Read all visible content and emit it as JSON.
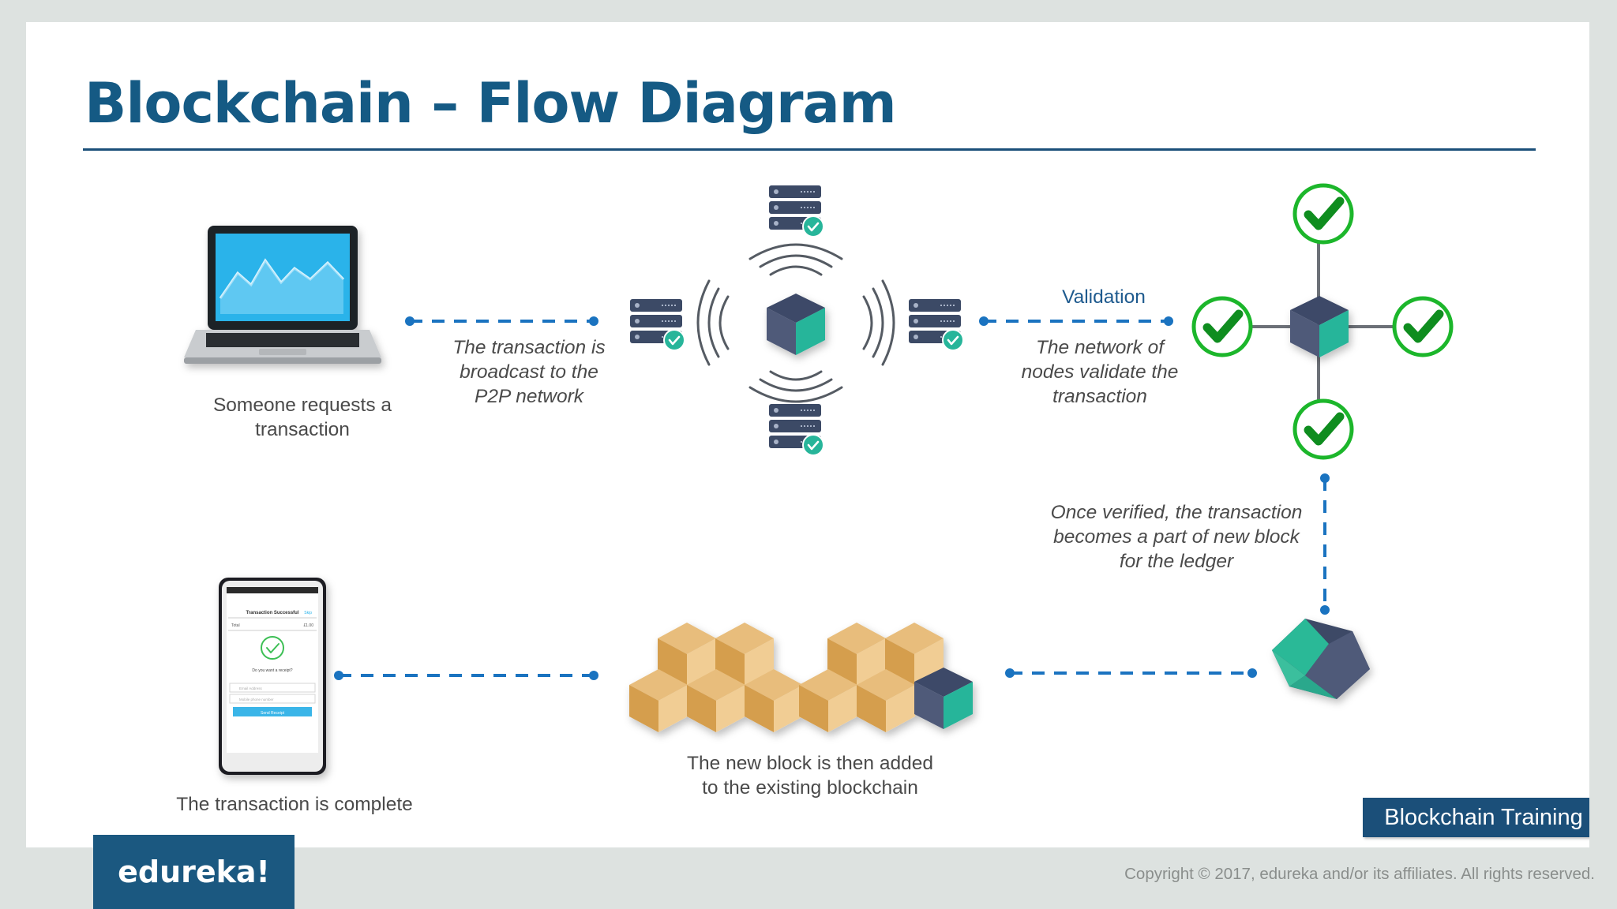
{
  "title": "Blockchain – Flow Diagram",
  "steps": {
    "request": "Someone requests a\ntransaction",
    "broadcast": "The transaction is\nbroadcast to the\nP2P network",
    "validation_heading": "Validation",
    "validate": "The network of\nnodes validate the\ntransaction",
    "verified": "Once verified, the transaction\nbecomes a part of new block\nfor the ledger",
    "added": "The new block is then added\nto the existing blockchain",
    "complete": "The transaction is complete"
  },
  "phone_screen": {
    "header": "Transaction Successful",
    "skip": "Skip",
    "total_label": "Total",
    "total_value": "£1.00",
    "question": "Do you want a receipt?",
    "email_placeholder": "Email Address",
    "phone_placeholder": "Mobile phone number",
    "send_button": "Send Receipt"
  },
  "badge": "Blockchain Training",
  "logo": "edureka!",
  "copyright": "Copyright © 2017, edureka and/or its affiliates. All rights reserved.",
  "colors": {
    "title": "#155a84",
    "rule": "#1b4f79",
    "connector": "#1a73c0",
    "check": "#1cb62b",
    "cube_top": "#3d4a67",
    "cube_left": "#4f5a79",
    "cube_right": "#27b59a",
    "block": "#e0b06a",
    "server": "#3c4a66"
  }
}
